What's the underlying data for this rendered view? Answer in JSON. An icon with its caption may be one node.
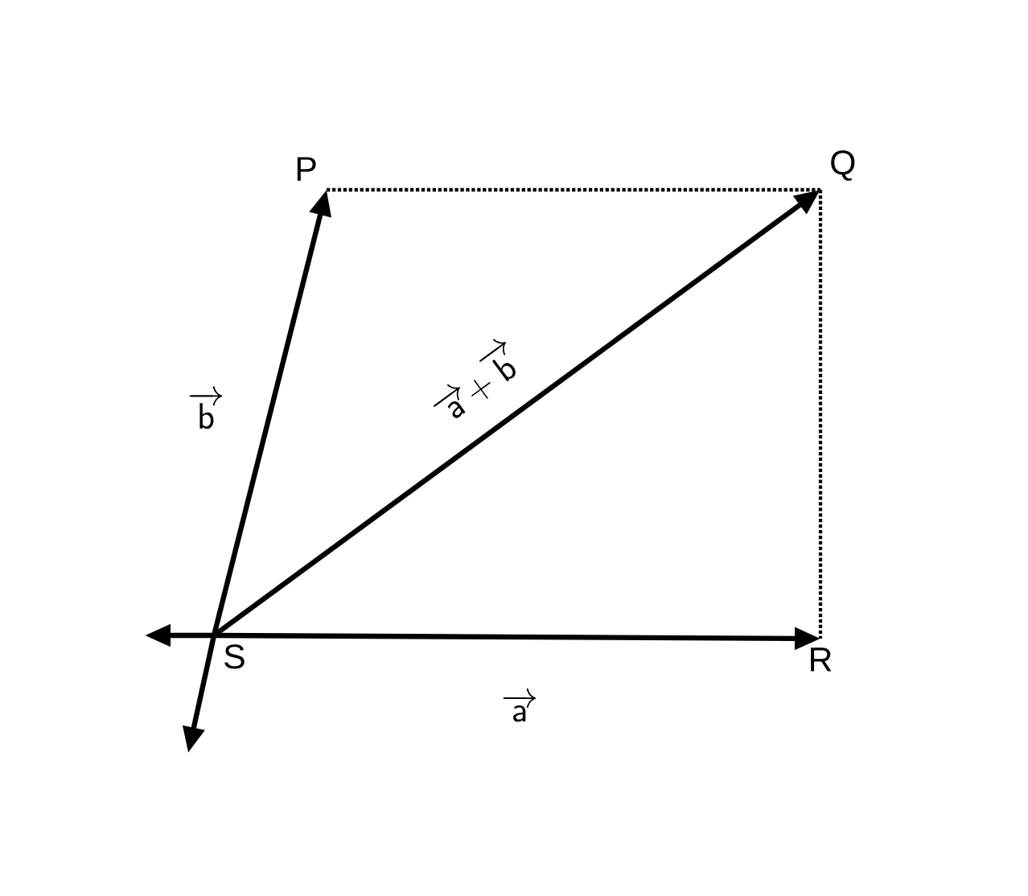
{
  "diagram": {
    "nodes": [
      {
        "text": [
          "P"
        ]
      },
      {
        "text": [
          "Q"
        ]
      },
      {
        "text": [
          "R"
        ]
      },
      {
        "text": [
          "S"
        ]
      }
    ],
    "edges": [
      {
        "from": 3,
        "to": 0,
        "arrow": "to",
        "label": "\\overrightarrow{\\mathsf{b}}"
      },
      {
        "from": 3,
        "to": null,
        "arrow": "to"
      },
      {
        "from": 3,
        "to": 1,
        "arrow": "to",
        "label": "\\overrightarrow{\\mathsf{a}}\\mathsf{+}\\overrightarrow{\\mathsf{b}}"
      },
      {
        "from": 3,
        "to": 2,
        "arrow": "to",
        "label": "\\overrightarrow{\\mathsf{a}}"
      },
      {
        "from": 3,
        "to": null,
        "arrow": "to"
      },
      {
        "from": 0,
        "to": 1,
        "arrow": "none",
        "style": "dashed"
      },
      {
        "from": 1,
        "to": 2,
        "arrow": "none",
        "style": "dashed"
      }
    ]
  }
}
